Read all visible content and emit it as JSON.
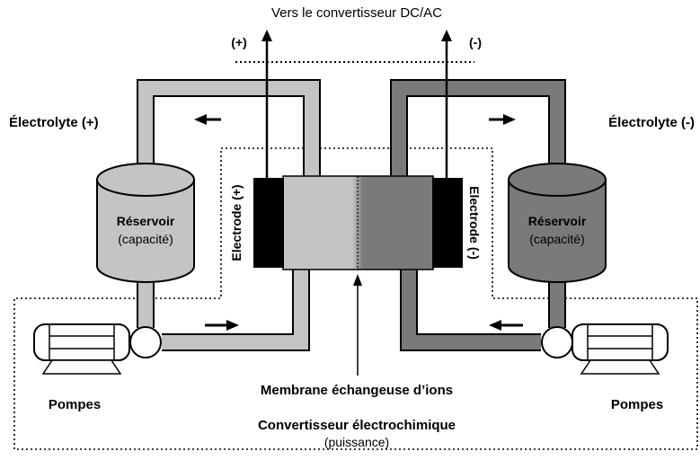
{
  "title": "Vers le convertisseur DC/AC",
  "terminal_plus": "(+)",
  "terminal_minus": "(-)",
  "electrolyte_plus": "Électrolyte (+)",
  "electrolyte_minus": "Électrolyte (-)",
  "reservoir_left": {
    "name": "Réservoir",
    "sub": "(capacité)"
  },
  "reservoir_right": {
    "name": "Réservoir",
    "sub": "(capacité)"
  },
  "electrode_plus": "Electrode (+)",
  "electrode_minus": "Electrode (-)",
  "membrane": "Membrane échangeuse d’ions",
  "pumps_left": "Pompes",
  "pumps_right": "Pompes",
  "converter": {
    "name": "Convertisseur électrochimique",
    "sub": "(puissance)"
  },
  "colors": {
    "light": "#c4c4c4",
    "dark": "#7a7a7a",
    "electrode": "#000000",
    "outline": "#000000"
  }
}
